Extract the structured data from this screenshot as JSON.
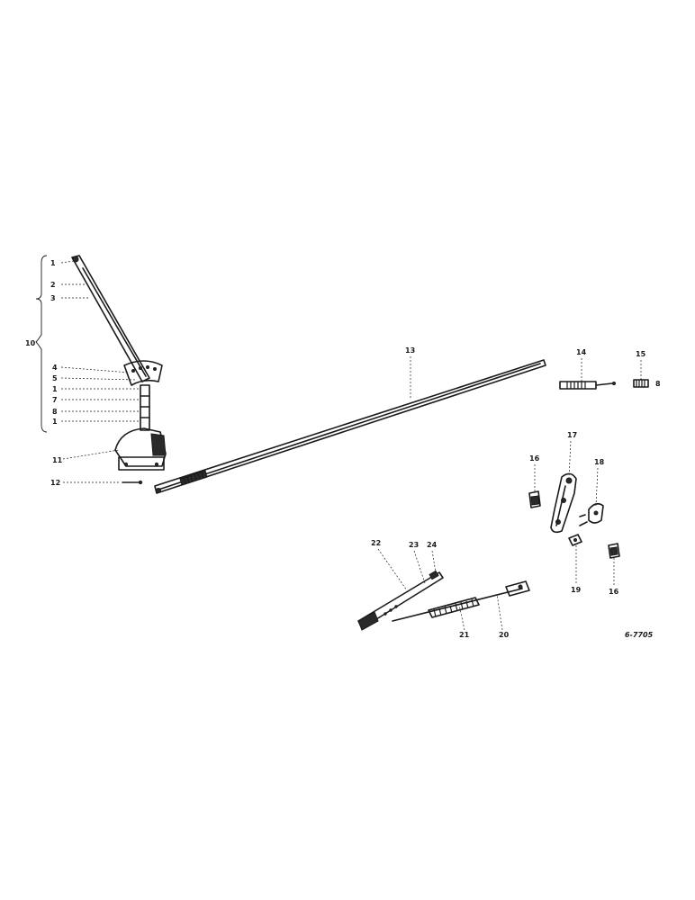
{
  "callouts": {
    "c1": "1",
    "c2": "2",
    "c3": "3",
    "c4": "4",
    "c5": "5",
    "c6": "1",
    "c7": "7",
    "c8": "8",
    "c9": "1",
    "c10": "10",
    "c11": "11",
    "c12": "12",
    "c13": "13",
    "c14": "14",
    "c15": "15",
    "c15b": "8",
    "c16a": "16",
    "c17": "17",
    "c18": "18",
    "c19": "19",
    "c16b": "16",
    "c20": "20",
    "c21": "21",
    "c22": "22",
    "c23": "23",
    "c24": "24"
  },
  "figure_ref": "6-7705"
}
